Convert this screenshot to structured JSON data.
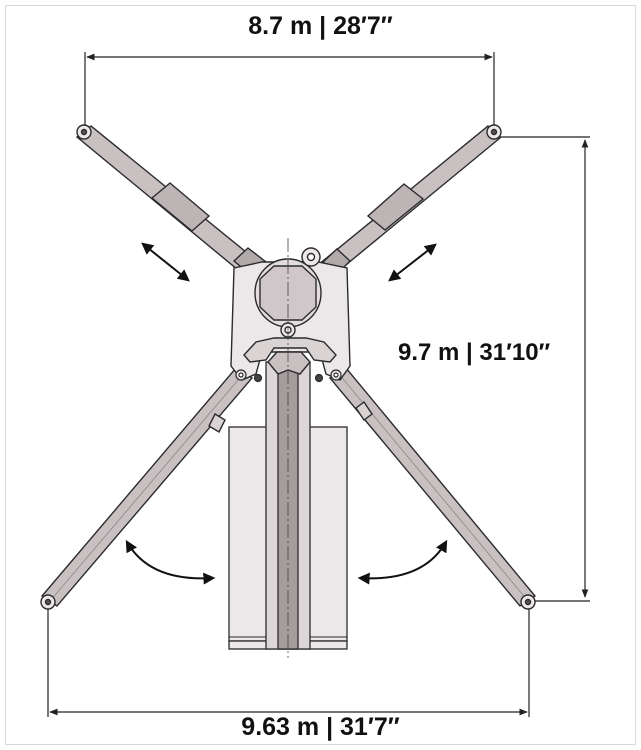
{
  "dimensions": {
    "top_span": "8.7 m | 28′7″",
    "height": "9.7 m | 31′10″",
    "bottom_span": "9.63 m | 31′7″"
  },
  "colors": {
    "outline": "#2b2b2b",
    "arm_fill": "#c9c0c2",
    "body_fill": "#ece7e8",
    "dimension_line": "#222222",
    "background": "#ffffff"
  }
}
